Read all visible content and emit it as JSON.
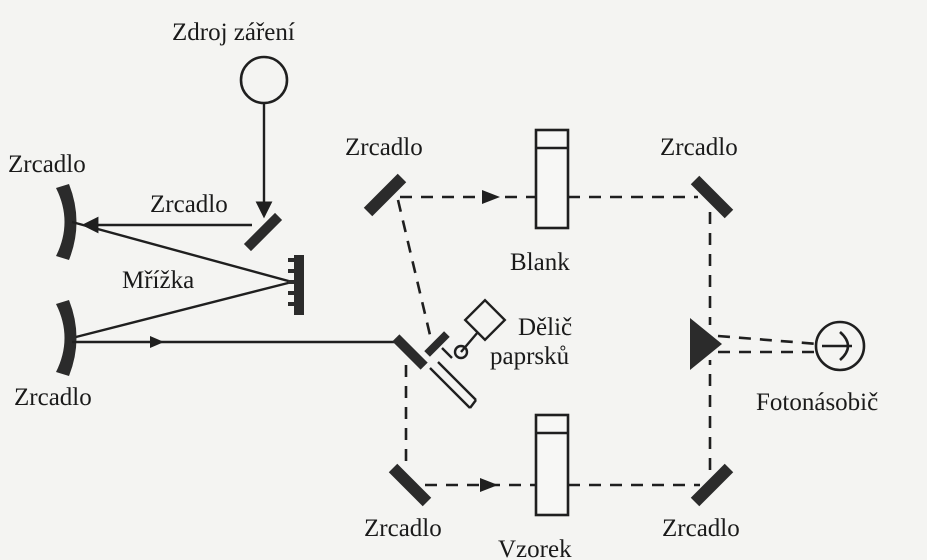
{
  "labels": {
    "source": "Zdroj záření",
    "mirror_top_left": "Zrcadlo",
    "mirror_inner": "Zrcadlo",
    "grating": "Mřížka",
    "mirror_bottom_left": "Zrcadlo",
    "mirror_split_top": "Zrcadlo",
    "blank": "Blank",
    "mirror_top_right": "Zrcadlo",
    "beam_splitter_line1": "Dělič",
    "beam_splitter_line2": "paprsků",
    "photomultiplier": "Fotonásobič",
    "mirror_bottom_mid": "Zrcadlo",
    "sample": "Vzorek",
    "mirror_bottom_right": "Zrcadlo"
  },
  "colors": {
    "ink": "#1f1f1f",
    "background": "#f4f4f2"
  }
}
